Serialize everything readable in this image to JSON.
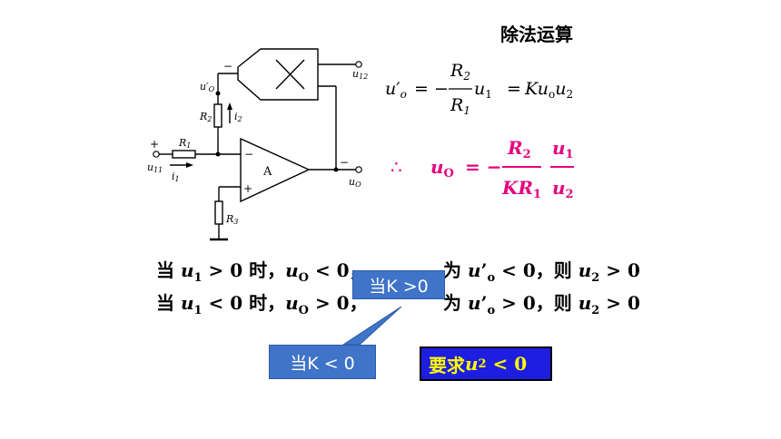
{
  "title": "除法运算",
  "circuit": {
    "label_u12": "u12",
    "label_uO_prime": "u'O",
    "label_R2": "R2",
    "label_i2": "i2",
    "label_R1": "R1",
    "label_u11": "u11",
    "label_i1": "i1",
    "label_A": "A",
    "label_R3": "R3",
    "label_uO": "uO",
    "label_minus": "−",
    "label_plus": "+"
  },
  "equations": {
    "eq1_left": "u'o = −",
    "eq1_num": "R2",
    "eq1_den": "R1",
    "eq1_u1": "u1",
    "eq1_right": "= Kuou2",
    "therefore": "∴",
    "eq2_left": "uO = −",
    "eq2_num1": "R2",
    "eq2_den1": "KR1",
    "eq2_num2": "u1",
    "eq2_den2": "u2"
  },
  "lines": {
    "line1_a": "当 u1 > 0 时，uO < 0，",
    "line1_b": "为 u'o < 0，则 u2 > 0",
    "line2_a": "当 u1 < 0 时，uO > 0，",
    "line2_b": "为 u'o > 0，则 u2 > 0"
  },
  "callouts": {
    "k_positive": "当K >0",
    "k_negative": "当K < 0",
    "requirement": "要求u2 < 0"
  },
  "colors": {
    "magenta": "#e5007e",
    "callout_blue": "#3f74c8",
    "require_bg": "#1e1ee0",
    "require_text": "#ffff00"
  }
}
